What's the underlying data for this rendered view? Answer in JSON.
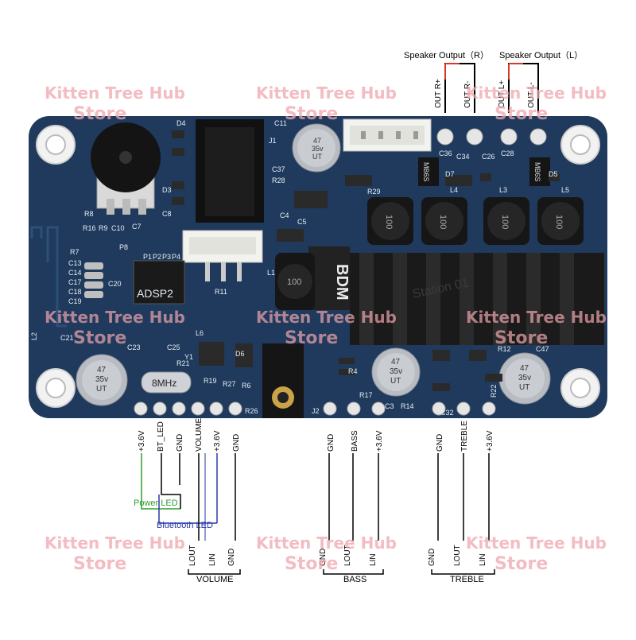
{
  "speaker_output": {
    "right_label": "Speaker Output（R）",
    "left_label": "Speaker Output（L）",
    "pins": [
      "OUT R+",
      "OUT R-",
      "OUT L+",
      "OUT L-"
    ]
  },
  "board": {
    "chip_label": "ADSP2",
    "brand": "BDM",
    "crystal": "8MHz",
    "heatsink_label": "Station 01",
    "caps": [
      {
        "val": "47",
        "v": "35v",
        "t": "UT"
      },
      {
        "val": "47",
        "v": "35v",
        "t": "UT"
      },
      {
        "val": "47",
        "v": "35v",
        "t": "UT"
      },
      {
        "val": "47",
        "v": "35v",
        "t": "UT"
      }
    ],
    "inductors": [
      "100",
      "100",
      "100",
      "100",
      "100"
    ],
    "diodes": [
      "MB6S",
      "MB6S"
    ],
    "refs": [
      "D4",
      "J1",
      "C11",
      "C37",
      "R28",
      "D3",
      "R8",
      "C8",
      "C7",
      "R16",
      "R9",
      "C10",
      "R7",
      "C13",
      "C14",
      "C17",
      "C18",
      "C19",
      "C20",
      "P8",
      "R11",
      "C4",
      "C5",
      "R29",
      "C36",
      "C34",
      "C26",
      "C28",
      "D7",
      "D5",
      "L4",
      "L3",
      "L5",
      "L2",
      "L1",
      "C21",
      "C23",
      "C25",
      "Y1",
      "L6",
      "D6",
      "R19",
      "R27",
      "R6",
      "R26",
      "J2",
      "C3",
      "R14",
      "R4",
      "R17",
      "C32",
      "R12",
      "R22",
      "C47",
      "P1",
      "P2",
      "P3",
      "P4",
      "R21"
    ]
  },
  "bottom_groups": [
    {
      "pins": [
        "+3.6V",
        "BT_LED",
        "GND",
        "VOLUME",
        "+3.6V",
        "GND"
      ]
    },
    {
      "pins": [
        "GND",
        "BASS",
        "+3.6V"
      ]
    },
    {
      "pins": [
        "GND",
        "TREBLE",
        "+3.6V"
      ]
    }
  ],
  "led_labels": {
    "power": "Power LED",
    "bluetooth": "Bluetooth LED"
  },
  "pot_blocks": [
    {
      "title": "VOLUME",
      "pins": [
        "LOUT",
        "LIN",
        "GND"
      ]
    },
    {
      "title": "BASS",
      "pins": [
        "GND",
        "LOUT",
        "LIN"
      ]
    },
    {
      "title": "TREBLE",
      "pins": [
        "GND",
        "LOUT",
        "LIN"
      ]
    }
  ],
  "watermark": {
    "line1": "Kitten Tree Hub",
    "line2": "Store"
  },
  "colors": {
    "pcb": "#1f3a5c",
    "pcb_dark": "#16304e",
    "heatsink": "#1a1a1a",
    "power_led_wire": "#2e9e2e",
    "bluetooth_led_wire": "#2a3aa8",
    "speaker_wire_red": "#d23a2a",
    "watermark": "#f0a6ae"
  }
}
